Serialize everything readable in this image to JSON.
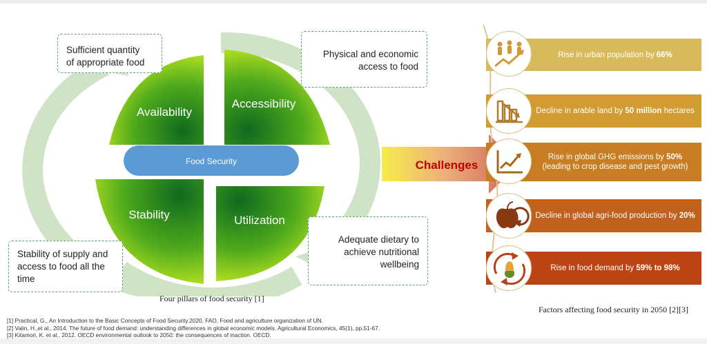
{
  "pillars": {
    "availability": "Availability",
    "accessibility": "Accessibility",
    "stability": "Stability",
    "utilization": "Utilization",
    "center": "Food Security"
  },
  "notes": {
    "availability": [
      "Sufficient quantity",
      "of appropriate food"
    ],
    "accessibility": [
      "Physical and economic",
      "access to food"
    ],
    "utilization": [
      "Adequate dietary to",
      "achieve nutritional",
      "wellbeing"
    ],
    "stability": [
      "Stability of supply and",
      "access to food all the",
      "time"
    ]
  },
  "caption_left": "Four pillars of food security [1]",
  "challenges_label": "Challenges",
  "factors": [
    {
      "text": "Rise in urban population by ",
      "bold": "66%",
      "icon": "urban-population-icon"
    },
    {
      "text": "Decline in arable land by ",
      "bold": "50 million",
      "tail": " hectares",
      "icon": "arable-land-icon"
    },
    {
      "text": "Rise in global GHG emissions by ",
      "bold": "50%",
      "tail": " (leading to crop disease and pest growth)",
      "icon": "emissions-chart-icon"
    },
    {
      "text": "Decline in global agri-food production by ",
      "bold": "20%",
      "icon": "apple-decline-icon"
    },
    {
      "text": "Rise in food demand by  ",
      "bold": "59% to 98%",
      "icon": "corn-demand-icon"
    }
  ],
  "caption_right": "Factors affecting food security in 2050 [2][3]",
  "references": [
    "[1] Practical, G., An Introduction to the Basic Concepts of Food Security.2020, FAO, Food and agriculture organization of UN.",
    "[2] Valin, H.,et al., 2014. The future of food demand: understanding differences in global economic models. Agricultural Economics, 45(1), pp.51-67.",
    "[3] Kitamori, K. et al., 2012. OECD environmental outlook to 2050: the consequences of inaction. OECD."
  ],
  "colors": {
    "dashed_border": "#5aa56f",
    "center_pill": "#5b9bd5",
    "challenges_text": "#c00000",
    "banner_1": "#d9ba5a",
    "banner_2": "#d29c33",
    "banner_3": "#c87d22",
    "banner_4": "#c2601d",
    "banner_5": "#bc4414"
  }
}
